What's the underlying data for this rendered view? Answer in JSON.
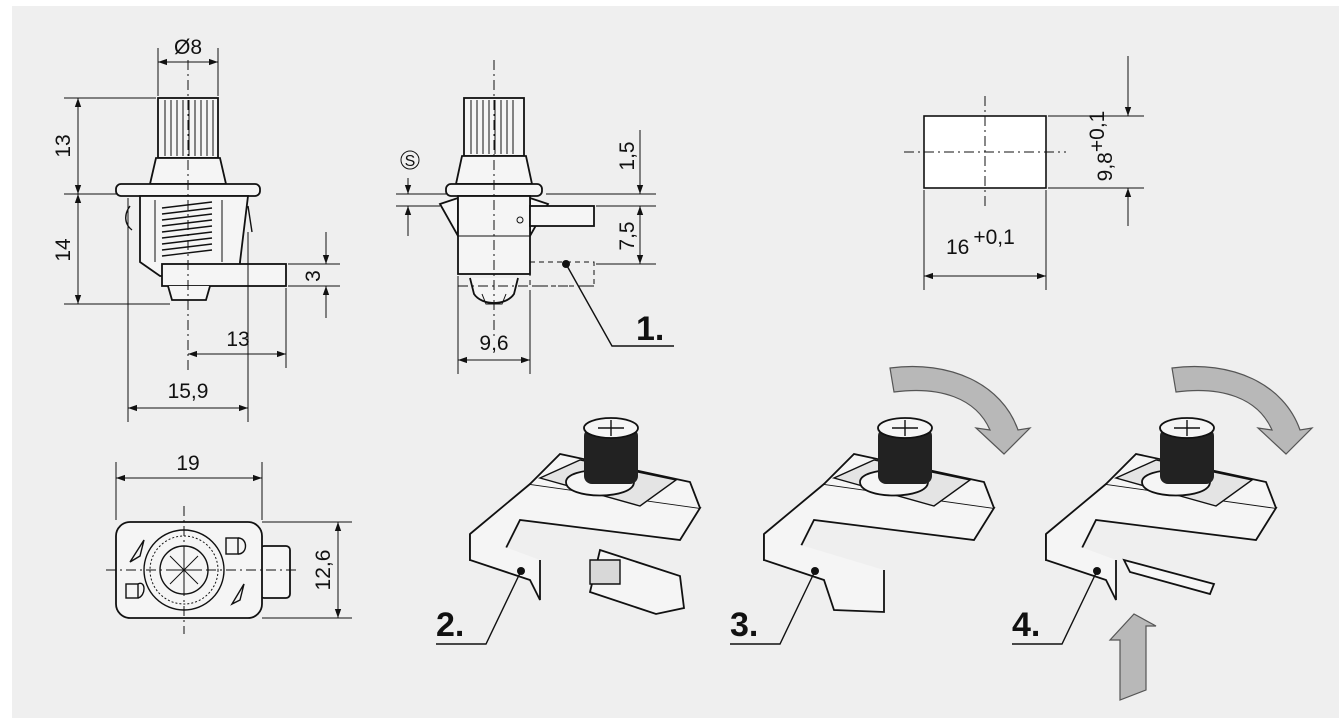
{
  "dimensions": {
    "side_view": {
      "diameter": "Ø8",
      "knob_height": "13",
      "body_height": "14",
      "bolt_thickness": "3",
      "bolt_reach": "13",
      "overall_width": "15,9"
    },
    "front_view": {
      "s_mark": "S",
      "top_offset": "1,5",
      "bolt_stroke": "7,5",
      "body_width": "9,6"
    },
    "bottom_view": {
      "width": "19",
      "height": "12,6"
    },
    "cutout": {
      "height": "9,8",
      "height_tolerance": "+0,1",
      "width": "16",
      "width_tolerance": "+0,1"
    }
  },
  "steps": {
    "step1": "1.",
    "step2": "2.",
    "step3": "3.",
    "step4": "4."
  },
  "colors": {
    "background": "#efefef",
    "line": "#111111",
    "arrow_fill": "#b8b8b8"
  },
  "icons": [
    "rotation-arrow-icon",
    "push-arrow-icon",
    "lock-icon",
    "unlock-icon"
  ]
}
